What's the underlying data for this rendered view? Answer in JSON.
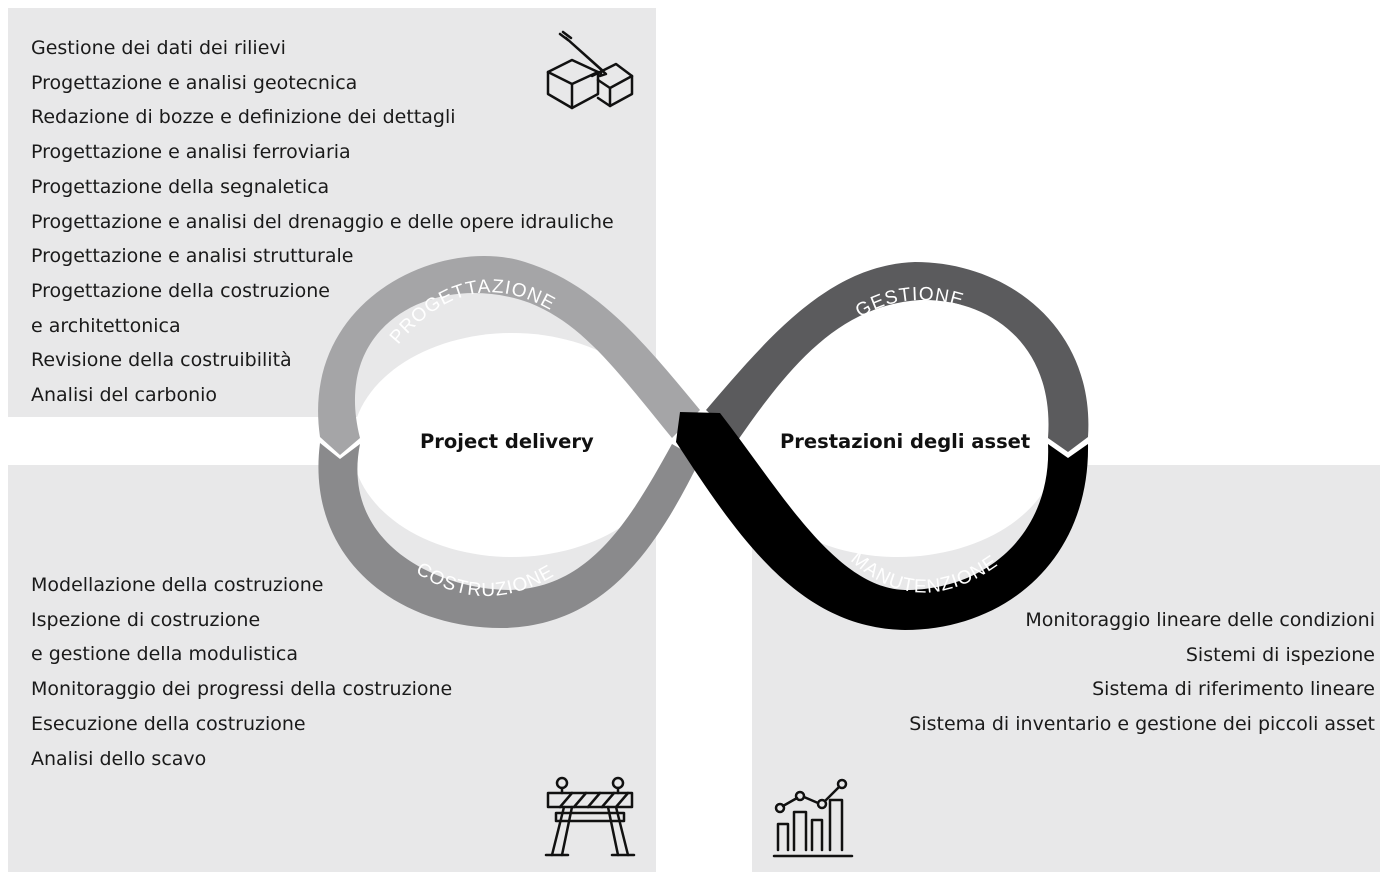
{
  "design": {
    "items": [
      "Gestione dei dati dei rilievi",
      "Progettazione e analisi geotecnica",
      "Redazione di bozze e definizione dei dettagli",
      "Progettazione e analisi ferroviaria",
      "Progettazione della segnaletica",
      "Progettazione e analisi del drenaggio e delle opere idrauliche",
      "Progettazione e analisi strutturale",
      "Progettazione della costruzione",
      "e architettonica",
      "Revisione della costruibilità",
      "Analisi del carbonio"
    ]
  },
  "construction": {
    "items": [
      "Modellazione della costruzione",
      "Ispezione di costruzione",
      "e gestione della modulistica",
      "Monitoraggio dei progressi della costruzione",
      "Esecuzione della costruzione",
      "Analisi dello scavo"
    ]
  },
  "maintenance": {
    "items": [
      "Monitoraggio lineare delle condizioni",
      "Sistemi di ispezione",
      "Sistema di riferimento lineare",
      "Sistema di inventario e gestione dei piccoli asset"
    ]
  },
  "loop": {
    "segments": {
      "design": "PROGETTAZIONE",
      "construction": "COSTRUZIONE",
      "operations": "GESTIONE",
      "maintenance": "MANUTENZIONE"
    },
    "center": {
      "left": "Project delivery",
      "right": "Prestazioni degli asset"
    }
  },
  "icons": {
    "design": "drafting-cubes-icon",
    "construction": "road-barrier-icon",
    "performance": "line-bar-chart-icon"
  },
  "colors": {
    "panel": "#e8e8e9",
    "design_segment": "#a5a5a7",
    "construction_segment": "#8a8a8c",
    "operations_segment": "#5b5b5d",
    "maintenance_segment": "#000000"
  }
}
